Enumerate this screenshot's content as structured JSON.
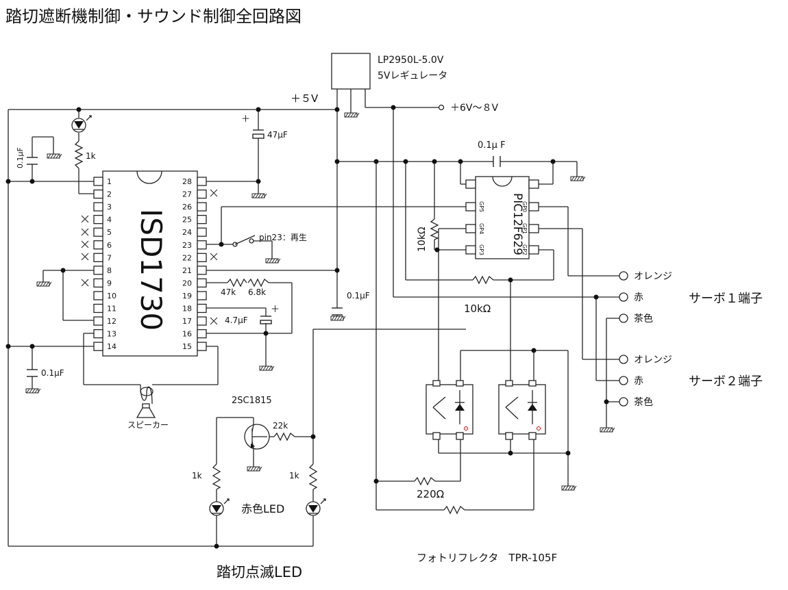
{
  "title": "踏切遮断機制御・サウンド制御全回路図",
  "regulator": {
    "part": "LP2950L-5.0V",
    "desc": "5Vレギュレータ"
  },
  "labels": {
    "v5": "＋５V",
    "vin": "＋6V～８V",
    "cap_0_1uF_a": "0.1μF",
    "cap_0_1uF_b": "0.1μF",
    "cap_0_1uF_c": "0.1μF",
    "cap_0_1uF_d": "0.1μ F",
    "cap_47uF": "47μF",
    "cap_4_7uF": "4.7μF",
    "r_1k_led": "1k",
    "r_47k": "47k",
    "r_6_8k": "6.8k",
    "r_10k_v": "10kΩ",
    "r_10k_h": "10kΩ",
    "r_22k": "22k",
    "r_1k_left": "1k",
    "r_1k_right": "1k",
    "r_220": "220Ω",
    "pin23": "pin23：再生",
    "speaker": "スピーカー",
    "transistor": "2SC1815",
    "red_led": "赤色LED",
    "crossing_led": "踏切点滅LED",
    "photoreflector": "フォトリフレクタ　TPR-105F",
    "plus_a": "＋",
    "plus_b": "＋"
  },
  "isd": {
    "name": "ISD1730",
    "left_pins": [
      "1",
      "2",
      "3",
      "4",
      "5",
      "6",
      "7",
      "8",
      "9",
      "10",
      "11",
      "12",
      "13",
      "14"
    ],
    "right_pins": [
      "28",
      "27",
      "26",
      "25",
      "24",
      "23",
      "22",
      "21",
      "20",
      "19",
      "18",
      "17",
      "16",
      "15"
    ]
  },
  "pic": {
    "name": "PIC12F629",
    "left_pins": [
      "GP5",
      "GP4",
      "GP3"
    ],
    "right_pins": [
      "GP0",
      "GP1",
      "GP2"
    ]
  },
  "servo1": {
    "title": "サーボ１端子",
    "wires": [
      "オレンジ",
      "赤",
      "茶色"
    ]
  },
  "servo2": {
    "title": "サーボ２端子",
    "wires": [
      "オレンジ",
      "赤",
      "茶色"
    ]
  }
}
